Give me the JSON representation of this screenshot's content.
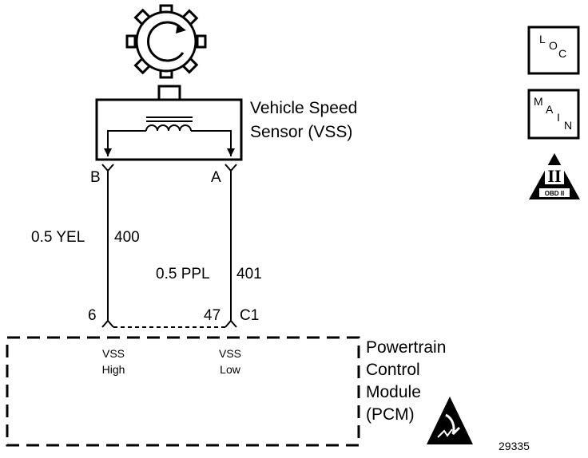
{
  "sensor": {
    "title_line1": "Vehicle Speed",
    "title_line2": "Sensor (VSS)",
    "pin_b": "B",
    "pin_a": "A"
  },
  "wires": {
    "left_gauge_color": "0.5 YEL",
    "left_circuit": "400",
    "right_gauge_color": "0.5 PPL",
    "right_circuit": "401"
  },
  "connector": {
    "left_pin": "6",
    "right_pin": "47",
    "name": "C1"
  },
  "pcm": {
    "left_label_line1": "VSS",
    "left_label_line2": "High",
    "right_label_line1": "VSS",
    "right_label_line2": "Low",
    "title_line1": "Powertrain",
    "title_line2": "Control",
    "title_line3": "Module",
    "title_line4": "(PCM)"
  },
  "badges": {
    "loc_l": "L",
    "loc_o": "O",
    "loc_c": "C",
    "main_m": "M",
    "main_a": "A",
    "main_i": "I",
    "main_n": "N",
    "obd_roman": "II",
    "obd_text": "OBD II"
  },
  "figure_number": "29335"
}
